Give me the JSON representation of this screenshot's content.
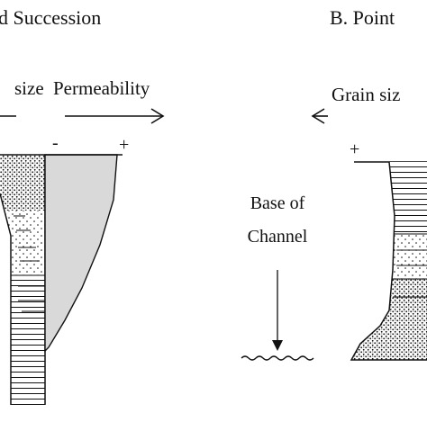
{
  "panel_a": {
    "title": "d Succession",
    "grain_size_label": "size",
    "permeability_label": "Permeability",
    "minus_sign": "-",
    "plus_sign": "+"
  },
  "panel_b": {
    "title": "B. Point ",
    "grain_size_label": "Grain siz",
    "plus_sign": "+",
    "base_label_line1": "Base of",
    "base_label_line2": "Channel"
  },
  "colors": {
    "ink": "#111111",
    "permeability_fill": "#d9d9d9",
    "background": "#ffffff"
  }
}
